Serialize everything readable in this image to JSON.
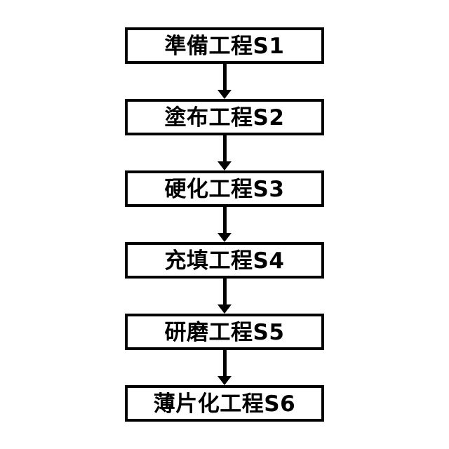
{
  "flowchart": {
    "type": "vertical-process-flow",
    "background_color": "#ffffff",
    "line_color": "#000000",
    "steps": [
      {
        "id": "S1",
        "label": "準備工程S1"
      },
      {
        "id": "S2",
        "label": "塗布工程S2"
      },
      {
        "id": "S3",
        "label": "硬化工程S3"
      },
      {
        "id": "S4",
        "label": "充填工程S4"
      },
      {
        "id": "S5",
        "label": "研磨工程S5"
      },
      {
        "id": "S6",
        "label": "薄片化工程S6"
      }
    ],
    "connections": [
      {
        "from": "S1",
        "to": "S2",
        "direction": "down"
      },
      {
        "from": "S2",
        "to": "S3",
        "direction": "down"
      },
      {
        "from": "S3",
        "to": "S4",
        "direction": "down"
      },
      {
        "from": "S4",
        "to": "S5",
        "direction": "down"
      },
      {
        "from": "S5",
        "to": "S6",
        "direction": "down"
      }
    ]
  }
}
